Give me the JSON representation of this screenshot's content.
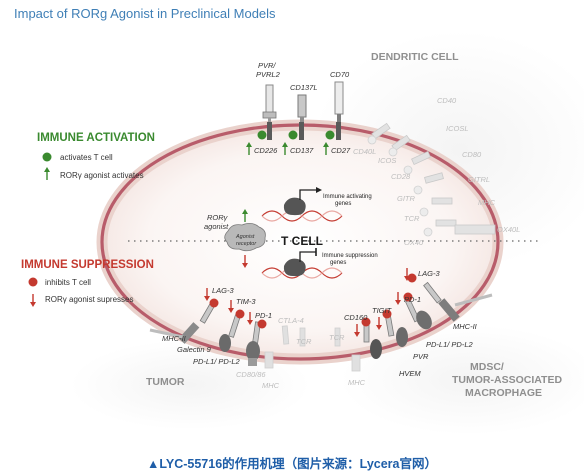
{
  "title": "Impact of RORg Agonist in Preclinical Models",
  "caption": "▲LYC-55716的作用机理（图片来源：Lycera官网）",
  "colors": {
    "title_blue": "#3f7fb6",
    "activation_green": "#3a8a2f",
    "suppression_red": "#c4392f",
    "membrane": "#b85c6a"
  },
  "legend": {
    "activation_header": "IMMUNE ACTIVATION",
    "activates_label": "activates T cell",
    "ror_activates_label": "RORγ agonist activates",
    "suppression_header": "IMMUNE SUPPRESSION",
    "inhibits_label": "inhibits T cell",
    "ror_suppresses_label": "RORγ agonist supresses"
  },
  "regions": {
    "dendritic": "DENDRITIC CELL",
    "tumor": "TUMOR",
    "mdsc_line1": "MDSC/",
    "mdsc_line2": "TUMOR-ASSOCIATED",
    "mdsc_line3": "MACROPHAGE"
  },
  "center": {
    "t_cell": "T CELL",
    "ror_line1": "RORγ",
    "ror_line2": "agonist",
    "receptor_line1": "Agonist",
    "receptor_line2": "receptor",
    "activating_line1": "Immune activating",
    "activating_line2": "genes",
    "suppression_line1": "Immune suppression",
    "suppression_line2": "genes"
  },
  "top_ligands": {
    "pvr_line1": "PVR/",
    "pvr_line2": "PVRL2",
    "cd137l": "CD137L",
    "cd70": "CD70"
  },
  "top_receptors": {
    "cd226": "CD226",
    "cd137": "CD137",
    "cd27": "CD27"
  },
  "dim_right": [
    "CD40",
    "ICOSL",
    "CD80",
    "GITRL",
    "MHC",
    "OX40L"
  ],
  "dim_inner_right": [
    "CD40L",
    "ICOS",
    "CD28",
    "GITR",
    "TCR",
    "OX40"
  ],
  "bottom_left": {
    "lag3": "LAG-3",
    "tim3": "TIM-3",
    "pd1": "PD-1",
    "mhc2": "MHC-II",
    "galectin9": "Galectin 9",
    "pdl": "PD-L1/ PD-L2",
    "ctla4": "CTLA-4",
    "tcr": "TCR",
    "cd8086": "CD80/86",
    "mhc": "MHC"
  },
  "bottom_right": {
    "lag3": "LAG-3",
    "pd1": "PD-1",
    "tigit": "TIGIT",
    "cd160": "CD160",
    "mhc2": "MHC-II",
    "pdl": "PD-L1/ PD-L2",
    "pvr": "PVR",
    "hvem": "HVEM",
    "tcr": "TCR",
    "mhc": "MHC"
  }
}
